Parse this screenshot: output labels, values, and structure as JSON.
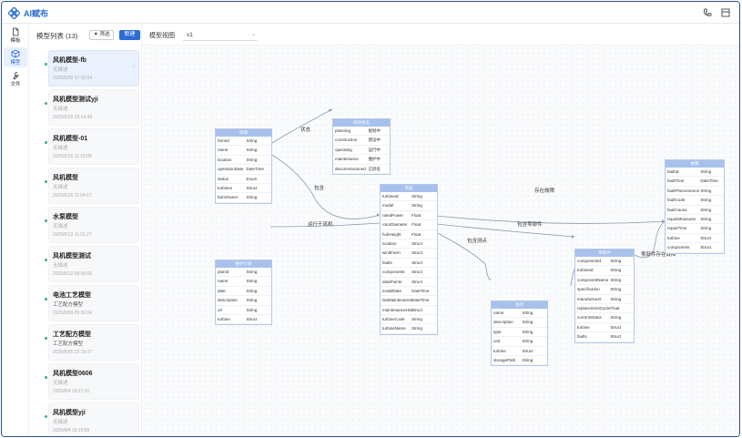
{
  "app": {
    "title": "AI赋布"
  },
  "rail": [
    {
      "label": "模板"
    },
    {
      "label": "模型"
    },
    {
      "label": "文件"
    }
  ],
  "list": {
    "title": "模型列表 (13)",
    "filter_label": "▼ 筛选",
    "new_label": "新建",
    "items": [
      {
        "name": "风机模型-fb",
        "sub": "无描述",
        "ts": "2025/6/20 17:10:04"
      },
      {
        "name": "风机模型测试yji",
        "sub": "无描述",
        "ts": "2025/6/16 19:14:49"
      },
      {
        "name": "风机模型-01",
        "sub": "无描述",
        "ts": "2025/6/15 11:10:06"
      },
      {
        "name": "风机模型",
        "sub": "无描述",
        "ts": "2025/6/15 11:04:17"
      },
      {
        "name": "水泵模型",
        "sub": "无描述",
        "ts": "2025/6/13 11:01:27"
      },
      {
        "name": "风机模型测试",
        "sub": "无描述",
        "ts": "2025/6/12 08:06:09"
      },
      {
        "name": "电池工艺模型",
        "sub": "工艺配方模型",
        "ts": "2025/6/09 05:30:04"
      },
      {
        "name": "工艺配方模型",
        "sub": "工艺配方模型",
        "ts": "2025/6/05 22:15:07"
      },
      {
        "name": "风机模型0606",
        "sub": "无描述",
        "ts": "2025/6/4 19:17:31"
      },
      {
        "name": "风机模型yji",
        "sub": "无描述",
        "ts": "2025/6/4 15:19:59"
      }
    ]
  },
  "view": {
    "label": "模型视图",
    "version": "v1"
  },
  "nodes": {
    "wind_farm": {
      "title": "风场",
      "rows": [
        [
          "farmId",
          "String"
        ],
        [
          "name",
          "String"
        ],
        [
          "location",
          "String"
        ],
        [
          "operationDate",
          "DateTime"
        ],
        [
          "status",
          "Enum"
        ],
        [
          "turbines",
          "Struct"
        ],
        [
          "farmOwner",
          "String"
        ]
      ]
    },
    "status_enum": {
      "title": "风场状态",
      "rows": [
        [
          "planning",
          "规划中"
        ],
        [
          "construction",
          "建设中"
        ],
        [
          "operating",
          "运行中"
        ],
        [
          "maintenance",
          "维护中"
        ],
        [
          "decommissioned",
          "已退役"
        ]
      ]
    },
    "turbine": {
      "title": "风机",
      "rows": [
        [
          "turbineId",
          "String"
        ],
        [
          "model",
          "String"
        ],
        [
          "ratedPower",
          "Float"
        ],
        [
          "rotorDiameter",
          "Float"
        ],
        [
          "hubHeight",
          "Float"
        ],
        [
          "location",
          "Struct"
        ],
        [
          "windFarm",
          "Struct"
        ],
        [
          "faults",
          "Struct"
        ],
        [
          "components",
          "Struct"
        ],
        [
          "dataPoints",
          "Struct"
        ],
        [
          "installDate",
          "DateTime"
        ],
        [
          "lastMaintenance",
          "DateTime"
        ],
        [
          "maintenanceHist",
          "Struct"
        ],
        [
          "turbineCode",
          "String"
        ],
        [
          "turbineName",
          "String"
        ]
      ]
    },
    "maint_plan": {
      "title": "维护计划",
      "rows": [
        [
          "planId",
          "String"
        ],
        [
          "name",
          "String"
        ],
        [
          "date",
          "String"
        ],
        [
          "description",
          "String"
        ],
        [
          "url",
          "String"
        ],
        [
          "turbine",
          "Struct"
        ]
      ]
    },
    "sensor": {
      "title": "测点",
      "rows": [
        [
          "name",
          "String"
        ],
        [
          "description",
          "String"
        ],
        [
          "type",
          "String"
        ],
        [
          "unit",
          "String"
        ],
        [
          "turbine",
          "Struct"
        ],
        [
          "storagePath",
          "String"
        ]
      ]
    },
    "component": {
      "title": "零部件",
      "rows": [
        [
          "componentId",
          "String"
        ],
        [
          "turbineId",
          "String"
        ],
        [
          "componentName",
          "String"
        ],
        [
          "specification",
          "String"
        ],
        [
          "manufacturer",
          "String"
        ],
        [
          "replacementCycle",
          "Float"
        ],
        [
          "currentStatus",
          "String"
        ],
        [
          "turbine",
          "Struct"
        ],
        [
          "faults",
          "Struct"
        ]
      ]
    },
    "fault": {
      "title": "故障",
      "rows": [
        [
          "faultId",
          "String"
        ],
        [
          "faultTime",
          "DateTime"
        ],
        [
          "faultPhenomenon",
          "String"
        ],
        [
          "faultCode",
          "String"
        ],
        [
          "faultCause",
          "String"
        ],
        [
          "repairMeasures",
          "String"
        ],
        [
          "repairTime",
          "String"
        ],
        [
          "turbine",
          "Struct"
        ],
        [
          "components",
          "Struct"
        ]
      ]
    }
  },
  "edges": {
    "status": "状态",
    "contains": "包含",
    "belongs": "运行于风机",
    "has_fault": "存在故障",
    "comp": "包含零部件",
    "sensors": "包含测点",
    "comp_fault": "零部件存在故障"
  }
}
